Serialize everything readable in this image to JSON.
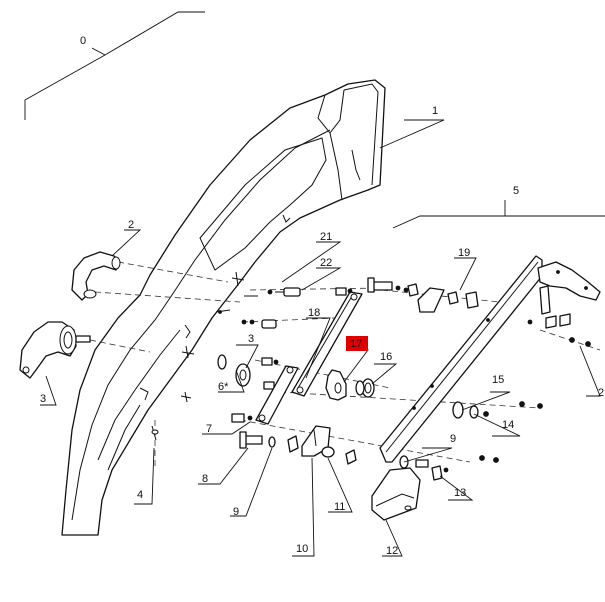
{
  "labels": {
    "l0": "0",
    "l1": "1",
    "l2a": "2",
    "l2b": "2",
    "l3a": "3",
    "l3b": "3",
    "l4": "4",
    "l5": "5",
    "l6": "6*",
    "l7": "7",
    "l8": "8",
    "l9a": "9",
    "l9b": "9",
    "l10": "10",
    "l11": "11",
    "l12": "12",
    "l13": "13",
    "l14": "14",
    "l15": "15",
    "l16": "16",
    "l17": "17",
    "l18": "18",
    "l19": "19",
    "l21": "21",
    "l22": "22"
  },
  "colors": {
    "highlight": "#e00000",
    "ink": "#111111"
  }
}
